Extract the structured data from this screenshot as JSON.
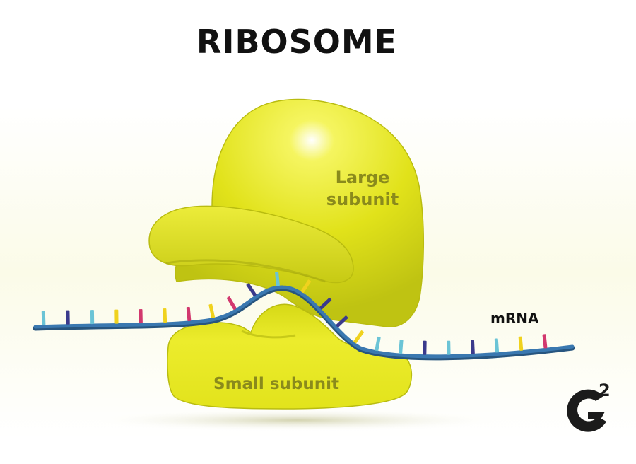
{
  "title": "RIBOSOME",
  "labels": {
    "large_subunit_line1": "Large",
    "large_subunit_line2": "subunit",
    "small_subunit": "Small subunit",
    "mrna": "mRNA"
  },
  "logo": {
    "letter": "G",
    "superscript": "2"
  },
  "colors": {
    "ribosome_fill": "#e5e51e",
    "ribosome_shadow": "#b3b812",
    "label_text": "#8a8a1c",
    "strand": "#3a78b0",
    "base_cyan": "#6bc4d6",
    "base_navy": "#3a3a8c",
    "base_yellow": "#f0d21e",
    "base_magenta": "#d2386e"
  },
  "mrna_bases": [
    "cyan",
    "navy",
    "cyan",
    "yellow",
    "magenta",
    "yellow",
    "magenta",
    "yellow",
    "magenta",
    "navy",
    "cyan",
    "yellow",
    "navy",
    "navy",
    "yellow",
    "cyan",
    "cyan",
    "navy",
    "cyan",
    "navy",
    "cyan",
    "yellow",
    "magenta"
  ]
}
